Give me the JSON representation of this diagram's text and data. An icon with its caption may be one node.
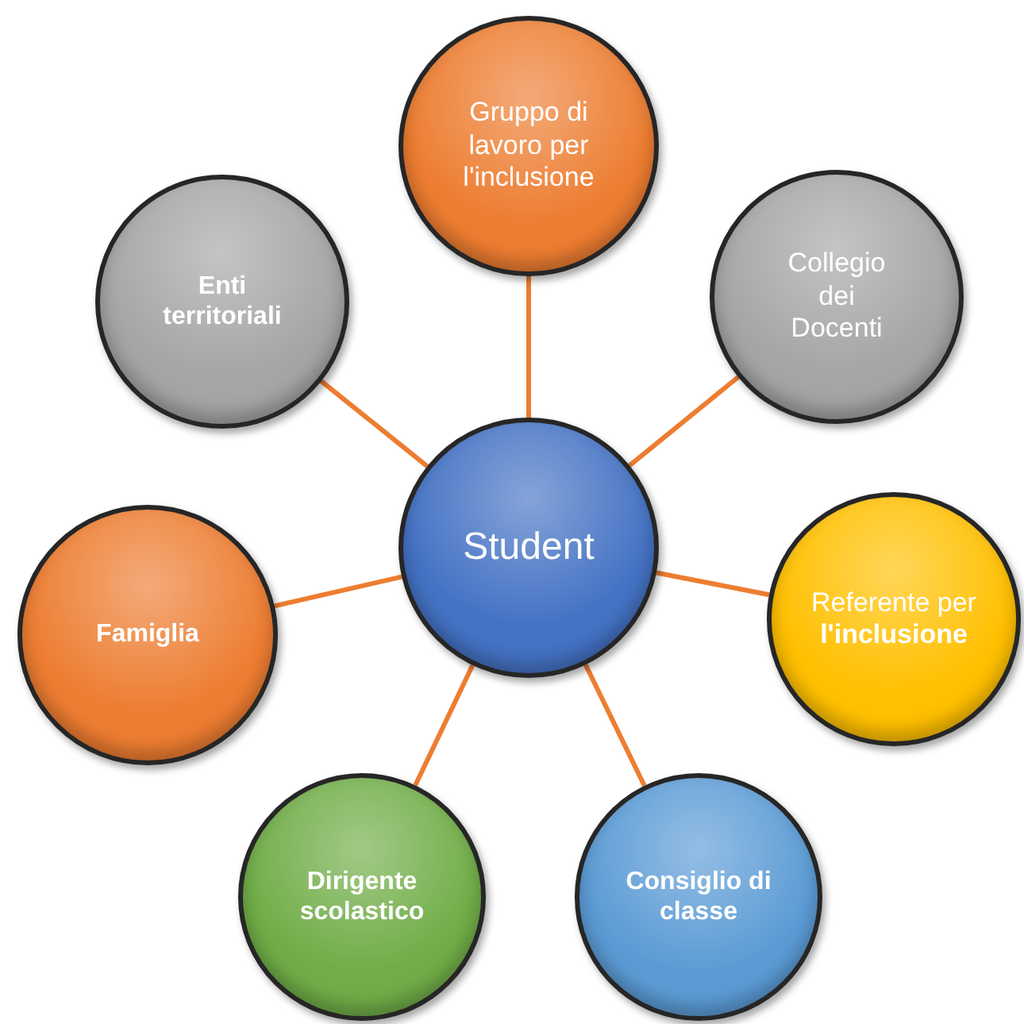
{
  "diagram": {
    "nodes": [
      {
        "text": [
          "Student"
        ]
      },
      {
        "text": [
          "Gruppo di lavoro per l'inclusione"
        ]
      },
      {
        "text": [
          "Collegio dei Docenti"
        ]
      },
      {
        "text": [
          "Referente per **l'inclusione**"
        ]
      },
      {
        "text": [
          "Consiglio di classe"
        ]
      },
      {
        "text": [
          "Dirigente scolastico"
        ]
      },
      {
        "text": [
          "Famiglia"
        ]
      },
      {
        "text": [
          "Enti territoriali"
        ]
      }
    ],
    "edges": [
      {
        "from": 0,
        "to": 1,
        "arrow": "none"
      },
      {
        "from": 0,
        "to": 2,
        "arrow": "none"
      },
      {
        "from": 0,
        "to": 3,
        "arrow": "none"
      },
      {
        "from": 0,
        "to": 4,
        "arrow": "none"
      },
      {
        "from": 0,
        "to": 5,
        "arrow": "none"
      },
      {
        "from": 0,
        "to": 6,
        "arrow": "none"
      },
      {
        "from": 0,
        "to": 7,
        "arrow": "none"
      }
    ]
  }
}
